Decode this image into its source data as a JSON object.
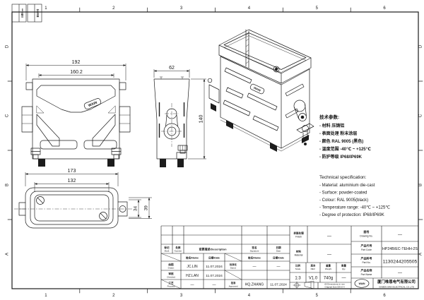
{
  "frame": {
    "cols": [
      "1",
      "2",
      "3",
      "4",
      "5",
      "6"
    ],
    "rows": [
      "D",
      "C",
      "B",
      "A"
    ],
    "corner": [
      "日期/Date",
      "更改单号"
    ]
  },
  "views": {
    "front": {
      "dim_outer": "192",
      "dim_inner": "160.2",
      "logo": "WAIN"
    },
    "side": {
      "dim_width": "62",
      "dim_height": "140"
    },
    "top": {
      "dim_outer": "173",
      "dim_inner": "132",
      "dim_a": "34",
      "dim_b": "39"
    },
    "iso": {
      "logo": "WAIN"
    }
  },
  "tech_cn": {
    "title": "技术参数:",
    "items": [
      "- 材料  压铸铝",
      "- 表面处理  粉末涂层",
      "- 颜色  RAL 9005 (黑色)",
      "- 温度范围  -40℃ ~ +125℃",
      "- 防护等级  IP68/IP69K"
    ]
  },
  "tech_en": {
    "title": "Technical specification:",
    "items": [
      "- Material: aluminium die-cast",
      "- Surface: powder-coated",
      "- Colour: RAL 9005(black)",
      "- Temperature range: -40℃ ~ +125℃",
      "- Degree of protection: IP68/IP69K"
    ]
  },
  "tb": {
    "mark": "标记",
    "mark_en": "Mark",
    "number": "处数",
    "number_en": "Number",
    "desc": "变更描述/Description",
    "sig": "签名",
    "sig_en": "Signature",
    "date": "日期",
    "date_en": "Date",
    "name_hdr": "姓名/Name",
    "date_hdr": "日期/Date",
    "drawn": "绘图",
    "drawn_en": "Drawn",
    "drawn_name": "JC.LIN",
    "drawn_date": "11.07.2024",
    "checked": "审核",
    "checked_en": "Checked",
    "checked_name": "HZ.LAN",
    "checked_date": "11.07.2024",
    "process": "工艺",
    "process_en": "Process",
    "process_name": "—",
    "process_date": "—",
    "stand": "标准化",
    "stand_en": "Stand.",
    "stand_name": "—",
    "stand_date": "—",
    "approved": "批准",
    "approved_en": "Approved",
    "approved_name": "HQ.ZHANG",
    "approved_date": "11.07.2024",
    "finish": "表面处理",
    "finish_en": "Finish",
    "finish_val": "—",
    "material": "材料",
    "material_en": "Material",
    "material_val": "—",
    "scale": "比例",
    "scale_en": "Scale",
    "scale_val": "1:3",
    "rev": "版本",
    "rev_en": "REV.",
    "rev_val": "V1.0",
    "weight": "重量",
    "weight_en": "Weight",
    "weight_val": "740g",
    "qty": "数量",
    "qty_en": "Qty.",
    "qty_val": "—",
    "note1": "All Dimensions in mm",
    "note2": "Original Size DIN A 4",
    "dwg": "图号",
    "dwg_en": "Drawing No.",
    "dwg_val": "—",
    "pcode": "产品代号",
    "pcode_en": "Part Code",
    "pcode_val": "HP24B/EC-TEHH-2S",
    "pno": "产品料号",
    "pno_en": "Part No.",
    "pno_val": "1130244205505",
    "pname": "产品名称",
    "pname_en": "Part Name",
    "pname_val": "—",
    "co_logo": "WAIN",
    "co_cn": "厦门唯恩电气有限公司",
    "co_en": "XIAMEN WAIN ELECTRICAL CO.,LTD"
  }
}
